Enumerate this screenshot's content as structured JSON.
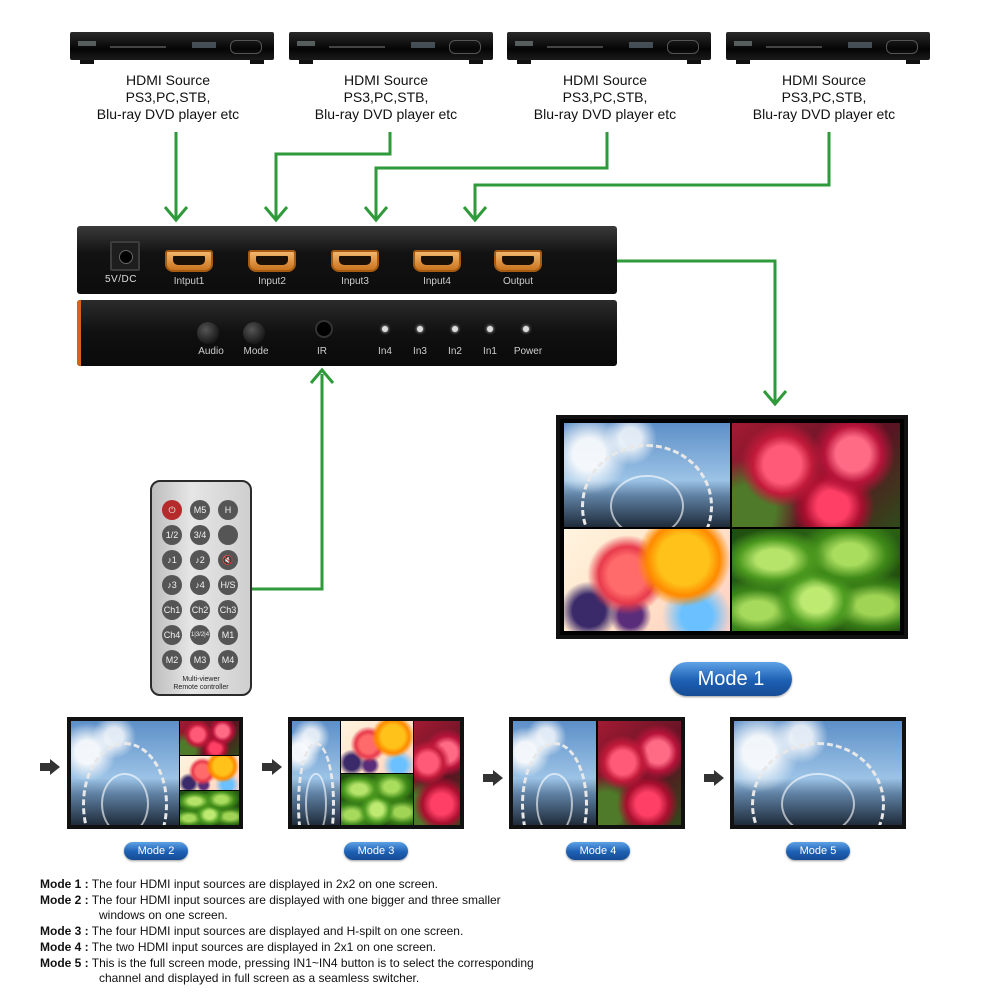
{
  "sources": [
    {
      "line1": "HDMI Source",
      "line2": "PS3,PC,STB,",
      "line3": "Blu-ray DVD player etc"
    },
    {
      "line1": "HDMI Source",
      "line2": "PS3,PC,STB,",
      "line3": "Blu-ray DVD player etc"
    },
    {
      "line1": "HDMI Source",
      "line2": "PS3,PC,STB,",
      "line3": "Blu-ray DVD player etc"
    },
    {
      "line1": "HDMI Source",
      "line2": "PS3,PC,STB,",
      "line3": "Blu-ray DVD player etc"
    }
  ],
  "switcher": {
    "back": {
      "dc_label": "5V/DC",
      "ports": [
        "Intput1",
        "Input2",
        "Input3",
        "Input4",
        "Output"
      ]
    },
    "front": {
      "audio_label": "Audio",
      "mode_label": "Mode",
      "ir_label": "IR",
      "leds": [
        "In4",
        "In3",
        "In2",
        "In1",
        "Power"
      ]
    }
  },
  "remote": {
    "buttons": [
      [
        "",
        "M5",
        "H"
      ],
      [
        "1/2",
        "3/4",
        ""
      ],
      [
        "♪1",
        "♪2",
        "🔇"
      ],
      [
        "♪3",
        "♪4",
        "H/S"
      ],
      [
        "Ch1",
        "Ch2",
        "Ch3"
      ],
      [
        "Ch4",
        "1|3/2|4",
        "M1"
      ],
      [
        "M2",
        "M3",
        "M4"
      ]
    ],
    "caption_line1": "Multi-viewer",
    "caption_line2": "Remote controller"
  },
  "main_mode_label": "Mode 1",
  "mode_labels": [
    "Mode 2",
    "Mode 3",
    "Mode 4",
    "Mode 5"
  ],
  "descriptions": [
    {
      "label": "Mode 1 :",
      "lines": [
        "The four HDMI input sources are displayed in 2x2 on one screen."
      ]
    },
    {
      "label": "Mode 2 :",
      "lines": [
        "The four HDMI input sources are displayed with one bigger and three smaller",
        "windows on one screen."
      ]
    },
    {
      "label": "Mode 3 :",
      "lines": [
        "The four HDMI input sources are displayed and H-spilt on one screen."
      ]
    },
    {
      "label": "Mode 4 :",
      "lines": [
        "The two HDMI input sources are displayed in 2x1 on one screen."
      ]
    },
    {
      "label": "Mode 5 :",
      "lines": [
        "This is the full screen mode, pressing IN1~IN4 button is to select the corresponding",
        "channel and displayed in full screen as a seamless switcher."
      ]
    }
  ],
  "colors": {
    "connector_green": "#2e9a3a",
    "mode_pill_blue": "#1d5fb3",
    "front_panel_accent": "#d4631c"
  }
}
